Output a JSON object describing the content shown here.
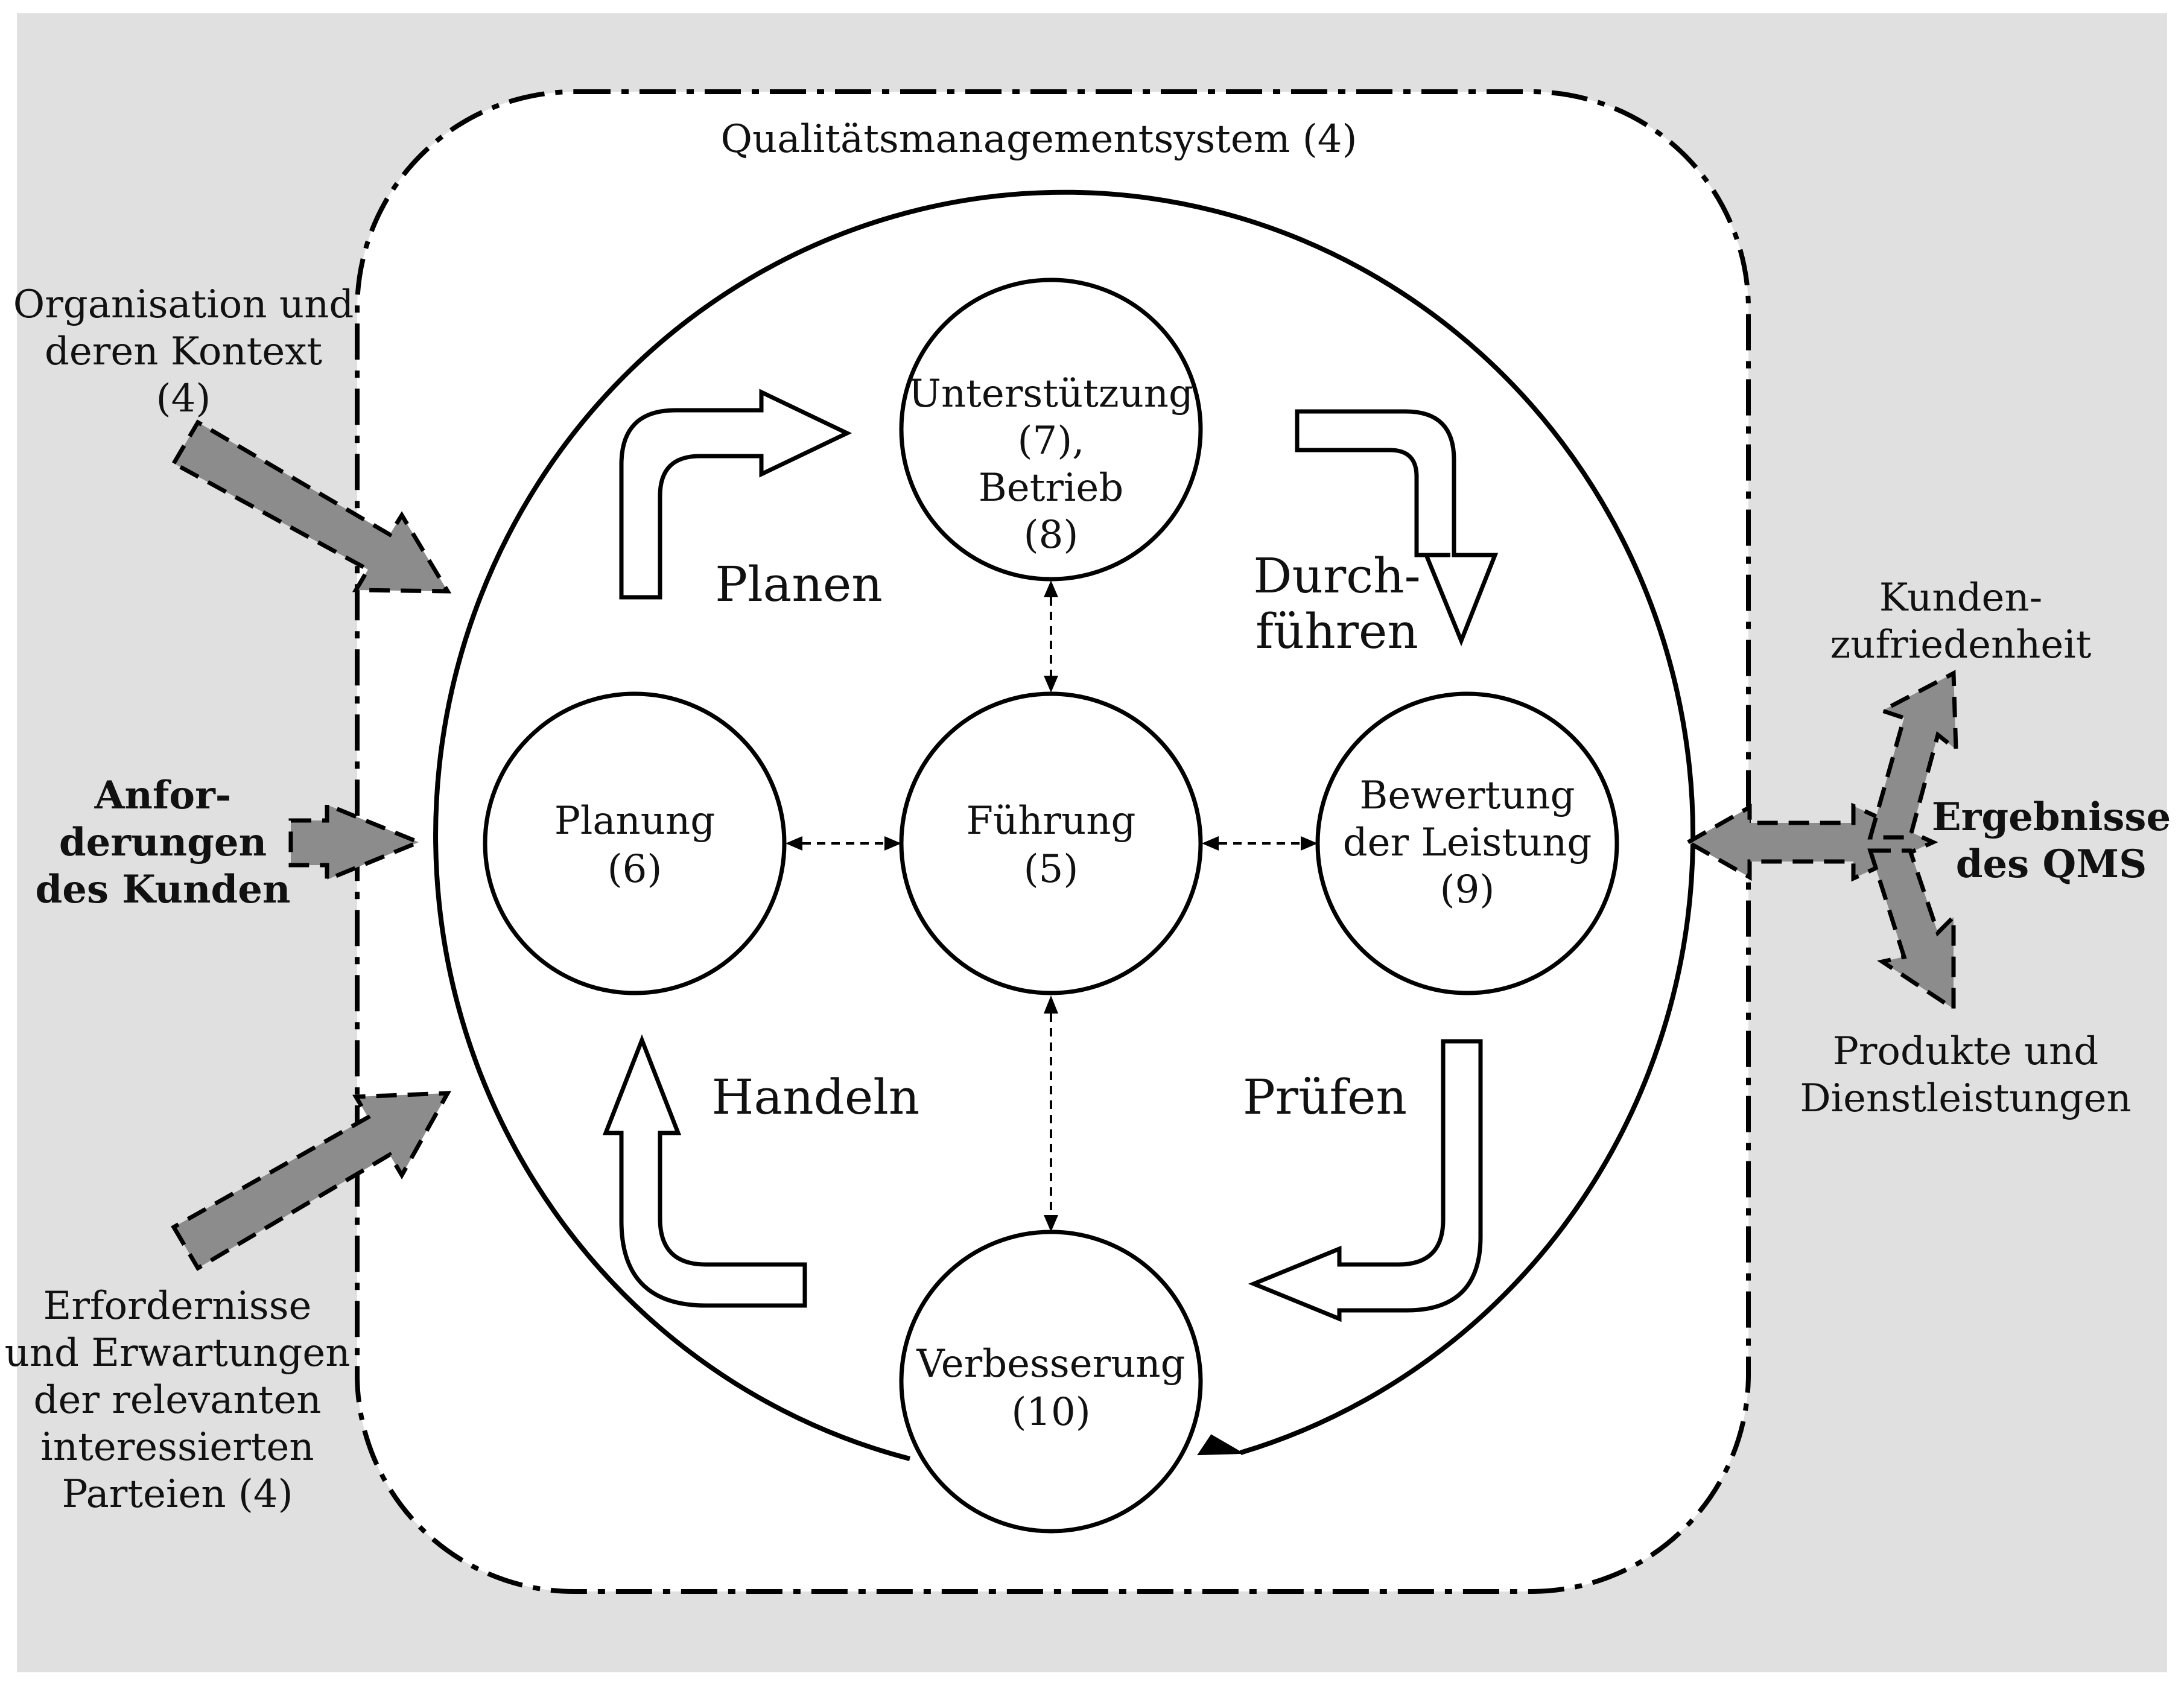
{
  "frame_title": "Qualitätsmanagementsystem (4)",
  "circles": {
    "unterstuetzung": [
      "Unterstützung",
      "(7),",
      "Betrieb",
      "(8)"
    ],
    "planung": [
      "Planung",
      "(6)"
    ],
    "fuehrung": [
      "Führung",
      "(5)"
    ],
    "bewertung": [
      "Bewertung",
      "der Leistung",
      "(9)"
    ],
    "verbesserung": [
      "Verbesserung",
      "(10)"
    ]
  },
  "cycle_labels": {
    "planen": "Planen",
    "durchfuehren": [
      "Durch-",
      "führen"
    ],
    "handeln": "Handeln",
    "pruefen": "Prüfen"
  },
  "inputs": {
    "organisation": [
      "Organisation und",
      "deren Kontext",
      "(4)"
    ],
    "anforderungen": [
      "Anfor-",
      "derungen",
      "des Kunden"
    ],
    "erfordernisse": [
      "Erfordernisse",
      "und Erwartungen",
      "der relevanten",
      "interessierten",
      "Parteien (4)"
    ]
  },
  "outputs": {
    "kunden": [
      "Kunden-",
      "zufriedenheit"
    ],
    "ergebnisse": [
      "Ergebnisse",
      "des QMS"
    ],
    "produkte": [
      "Produkte und",
      "Dienstleistungen"
    ]
  },
  "colors": {
    "background": "#e0e0e0",
    "arrow_grey": "#8c8c8c"
  }
}
